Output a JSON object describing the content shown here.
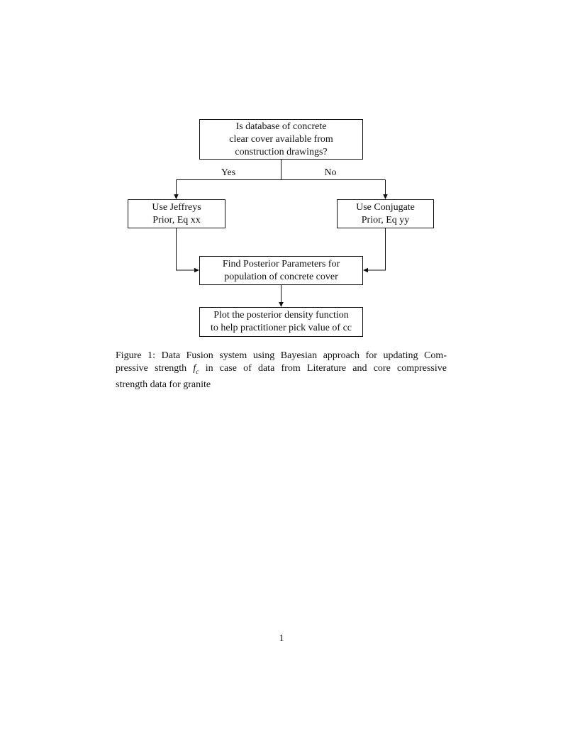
{
  "colors": {
    "background": "#ffffff",
    "text": "#111111",
    "box_border": "#111111",
    "connector_line": "#111111"
  },
  "flowchart": {
    "nodes": {
      "decision": {
        "lines": [
          "Is database of concrete",
          "clear cover available from",
          "construction drawings?"
        ]
      },
      "jeffreys": {
        "lines": [
          "Use Jeffreys",
          "Prior, Eq xx"
        ]
      },
      "conjugate": {
        "lines": [
          "Use Conjugate",
          "Prior, Eq yy"
        ]
      },
      "posterior": {
        "lines": [
          "Find Posterior Parameters for",
          "population of concrete cover"
        ]
      },
      "plot": {
        "lines": [
          "Plot the posterior density function",
          "to help practitioner pick value of cc"
        ]
      }
    },
    "edge_labels": {
      "yes": "Yes",
      "no": "No"
    }
  },
  "caption": {
    "line1": "Figure 1: Data Fusion system using Bayesian approach for updating Com-",
    "line2_pre": "pressive strength ",
    "line2_math_f": "f",
    "line2_math_sub": "c",
    "line2_post": " in case of data from Literature and core compressive",
    "line3": "strength data for granite"
  },
  "page": {
    "number": "1"
  }
}
